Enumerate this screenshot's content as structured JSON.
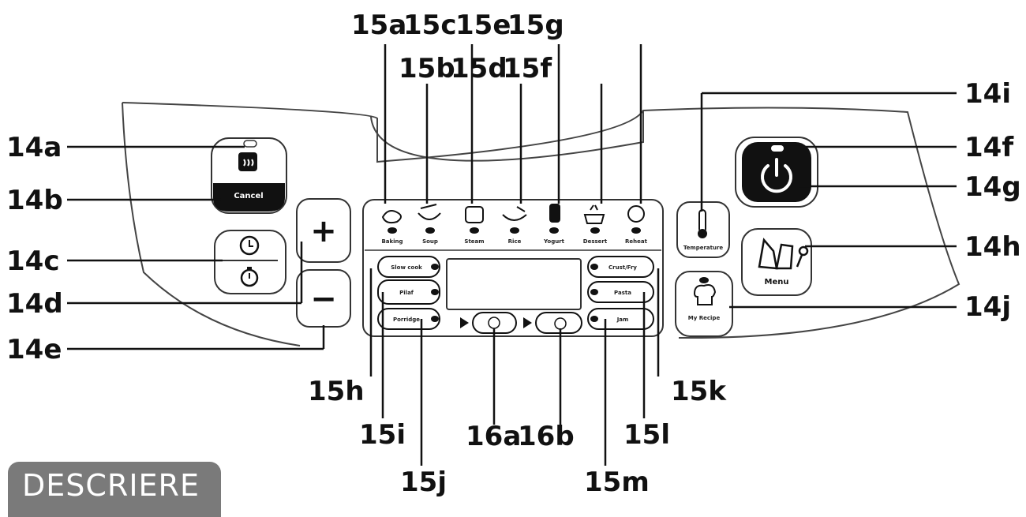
{
  "callouts": {
    "c15a": "15a",
    "c15c": "15c",
    "c15e": "15e",
    "c15g": "15g",
    "c15b": "15b",
    "c15d": "15d",
    "c15f": "15f",
    "c14a": "14a",
    "c14b": "14b",
    "c14c": "14c",
    "c14d": "14d",
    "c14e": "14e",
    "c14i": "14i",
    "c14f": "14f",
    "c14g": "14g",
    "c14h": "14h",
    "c14j": "14j",
    "c15h": "15h",
    "c15i": "15i",
    "c15j": "15j",
    "c16a": "16a",
    "c16b": "16b",
    "c15k": "15k",
    "c15l": "15l",
    "c15m": "15m"
  },
  "panel": {
    "cancel": "Cancel",
    "menu": "Menu",
    "temperature": "Temperature",
    "my_recipe": "My Recipe",
    "programs_top": [
      "Baking",
      "Soup",
      "Steam",
      "Rice",
      "Yogurt",
      "Dessert",
      "Reheat"
    ],
    "programs_left": [
      "Slow cook",
      "Pilaf",
      "Porridge"
    ],
    "programs_right": [
      "Crust/Fry",
      "Pasta",
      "Jam"
    ],
    "plus": "+",
    "minus": "−"
  },
  "section_title": "DESCRIERE"
}
